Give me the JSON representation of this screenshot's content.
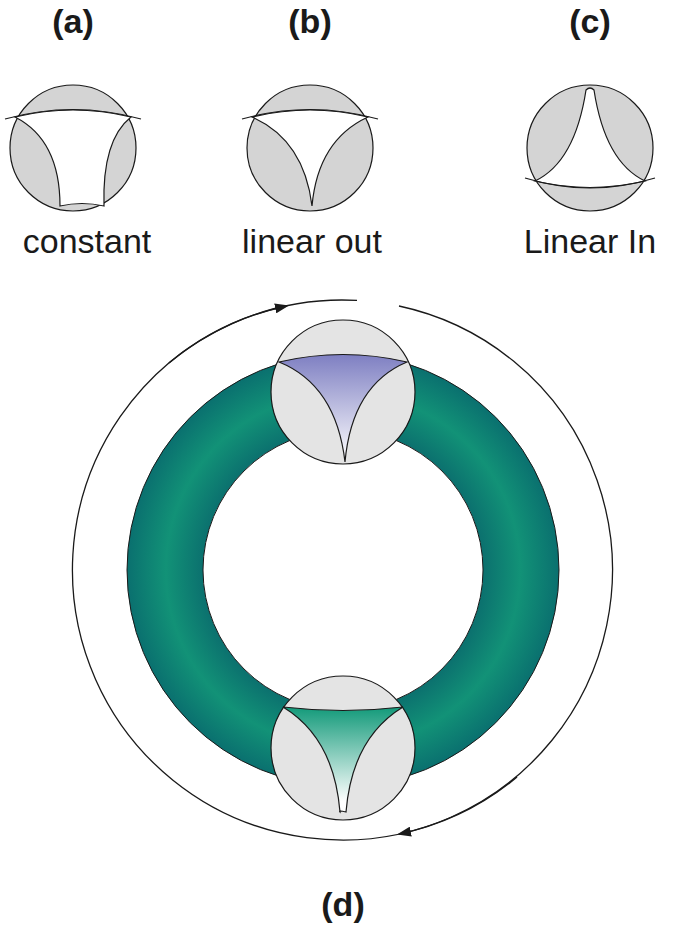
{
  "diagram": {
    "labels": [
      "(a)",
      "(b)",
      "(c)",
      "constant",
      "linear out",
      "Linear In",
      "(d)"
    ]
  }
}
